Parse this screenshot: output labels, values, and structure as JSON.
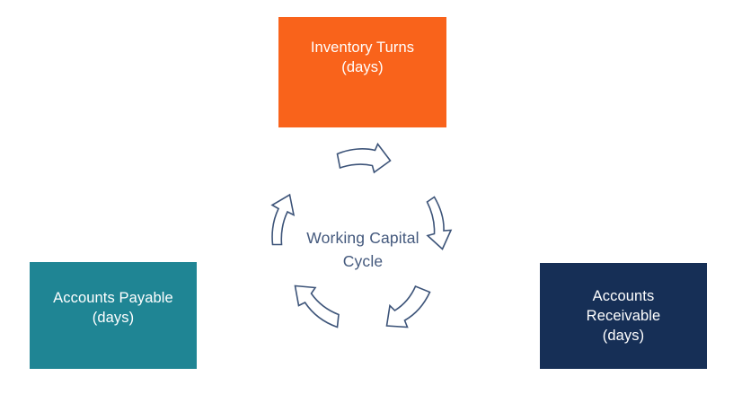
{
  "diagram": {
    "title": "Working Capital Cycle",
    "background_color": "#ffffff",
    "center_label": {
      "name": "working-capital-cycle-label",
      "line1": "Working Capital",
      "line2": "Cycle",
      "color": "#44597d"
    },
    "nodes": [
      {
        "id": "inventory-turns",
        "line1": "Inventory Turns",
        "line2": "(days)",
        "color": "#f9631b",
        "text_color": "#ffffff",
        "position": "top-center"
      },
      {
        "id": "accounts-payable",
        "line1": "Accounts Payable",
        "line2": "(days)",
        "color": "#1f8594",
        "text_color": "#ffffff",
        "position": "bottom-left"
      },
      {
        "id": "accounts-receivable",
        "line1": "Accounts",
        "line2": "Receivable",
        "line3": "(days)",
        "color": "#162f56",
        "text_color": "#ffffff",
        "position": "bottom-right"
      }
    ],
    "arrows": [
      {
        "id": "arrow-top",
        "direction": "right",
        "icon": "curved-arrow-right-icon"
      },
      {
        "id": "arrow-right",
        "direction": "down",
        "icon": "curved-arrow-down-icon"
      },
      {
        "id": "arrow-bottom-right",
        "direction": "down-left",
        "icon": "curved-arrow-down-left-icon"
      },
      {
        "id": "arrow-bottom-left",
        "direction": "up-left",
        "icon": "curved-arrow-up-left-icon"
      },
      {
        "id": "arrow-left",
        "direction": "up",
        "icon": "curved-arrow-up-icon"
      }
    ],
    "arrow_style": {
      "stroke": "#3d5479",
      "fill": "#ffffff"
    }
  }
}
